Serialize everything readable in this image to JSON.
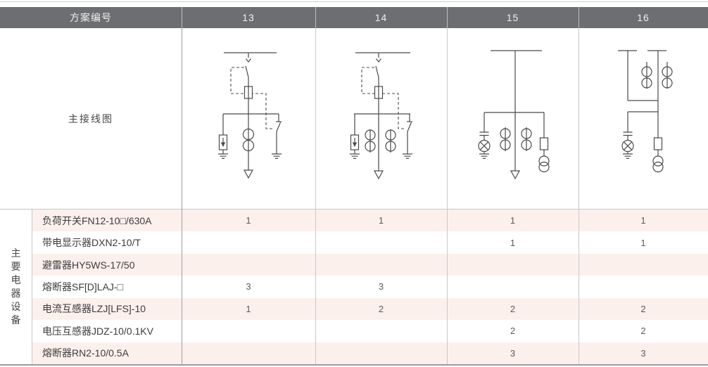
{
  "header": {
    "scheme_label": "方案编号",
    "schemes": [
      "13",
      "14",
      "15",
      "16"
    ]
  },
  "diagram_row": {
    "label": "主接线图",
    "diagrams": [
      "scheme-13-load-switch-fuse-arrester-1ct-earthing-switch",
      "scheme-14-load-switch-fuse-arrester-2ct-earthing-switch",
      "scheme-15-2ct-voltage-indicator-pt-fuse",
      "scheme-16-double-bus-2ct-voltage-indicator-pt-fuse"
    ]
  },
  "equipment": {
    "group_label": "主要电器设备",
    "group_label_chars": [
      "主",
      "要",
      "电",
      "器",
      "设",
      "备"
    ],
    "rows": [
      {
        "name": "负荷开关FN12-10□/630A",
        "values": [
          "1",
          "1",
          "1",
          "1"
        ]
      },
      {
        "name": "带电显示器DXN2-10/T",
        "values": [
          "",
          "",
          "1",
          "1"
        ]
      },
      {
        "name": "避雷器HY5WS-17/50",
        "values": [
          "",
          "",
          "",
          ""
        ]
      },
      {
        "name": "熔断器SF[D]LAJ-□",
        "values": [
          "3",
          "3",
          "",
          ""
        ]
      },
      {
        "name": "电流互感器LZJ[LFS]-10",
        "values": [
          "1",
          "2",
          "2",
          "2"
        ]
      },
      {
        "name": "电压互感器JDZ-10/0.1KV",
        "values": [
          "",
          "",
          "2",
          "2"
        ]
      },
      {
        "name": "熔断器RN2-10/0.5A",
        "values": [
          "",
          "",
          "3",
          "3"
        ]
      }
    ]
  },
  "colors": {
    "header_bg": "#6c6e71",
    "row_pink": "#fcf0ed",
    "grid_light": "#c9c9c9",
    "grid_dark": "#9e9e9e",
    "diagram_stroke": "#4a4a4a",
    "text_dark": "#3c3c3c"
  }
}
